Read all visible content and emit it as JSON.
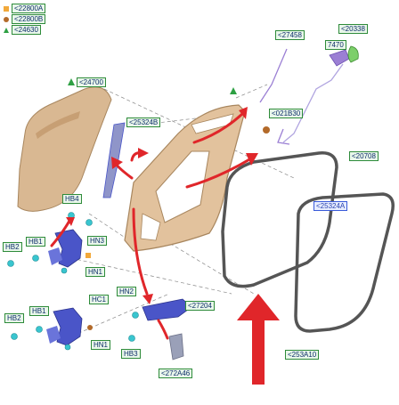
{
  "legend": [
    {
      "symbol": "square-orange",
      "text": "<22800A",
      "color": "#f2a93b"
    },
    {
      "symbol": "circle-brown",
      "text": "<22800B",
      "color": "#b36a2a"
    },
    {
      "symbol": "triangle-green",
      "text": "<24630",
      "color": "#2ea043"
    }
  ],
  "callouts": {
    "c24700": "<24700",
    "c25324b": "<25324B",
    "c27458": "<27458",
    "c20338": "<20338",
    "c7470": "7470",
    "c021b30": "<021B30",
    "c20708": "<20708",
    "c25324a": "<25324A",
    "hb4": "HB4",
    "hb2a": "HB2",
    "hb1a": "HB1",
    "hn3": "HN3",
    "hn1a": "HN1",
    "hb2b": "HB2",
    "hb1b": "HB1",
    "hc1": "HC1",
    "hn1b": "HN1",
    "hn2": "HN2",
    "hb3": "HB3",
    "c27204": "<27204",
    "c272a46": "<272A46",
    "c253a10": "<253A10"
  },
  "colors": {
    "door_skin": "#d9b892",
    "door_frame": "#c9a27a",
    "hinge_blue": "#4a55c8",
    "arrow_red": "#e0262a",
    "seal": "#555555",
    "part_purple": "#9b7fd4",
    "fastener_cyan": "#39c5cf"
  }
}
